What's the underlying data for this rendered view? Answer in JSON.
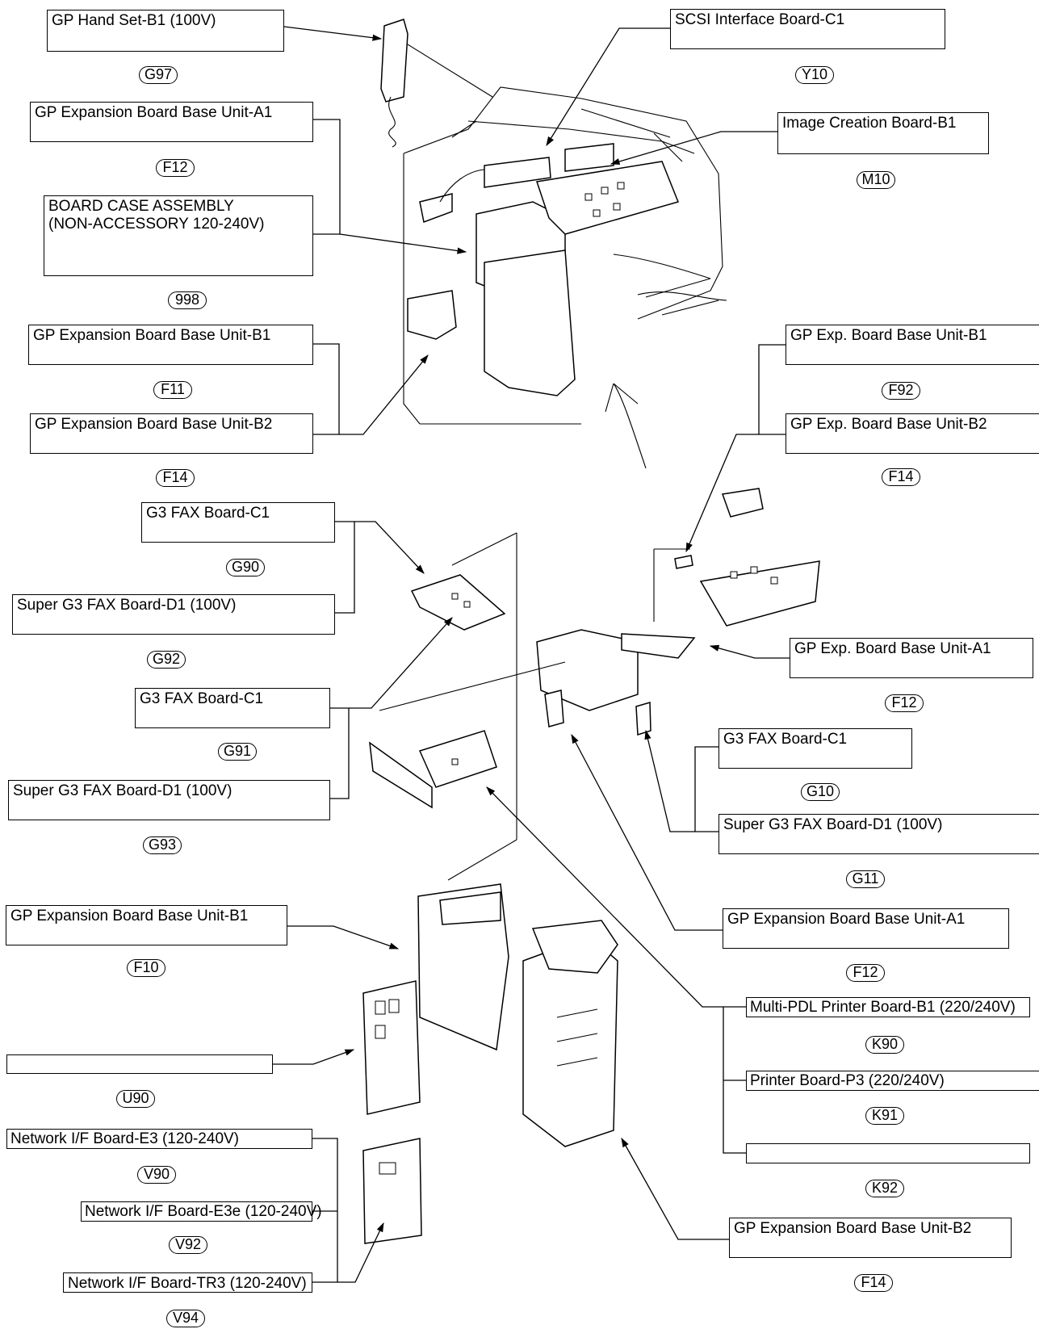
{
  "callouts": [
    {
      "label": "GP Hand Set-B1 (100V)",
      "code": "G97"
    },
    {
      "label": "GP Expansion Board Base Unit-A1",
      "code": "F12"
    },
    {
      "label": "BOARD CASE ASSEMBLY\n(NON-ACCESSORY 120-240V)",
      "code": "998"
    },
    {
      "label": "GP Expansion Board Base Unit-B1",
      "code": "F11"
    },
    {
      "label": "GP Expansion Board Base Unit-B2",
      "code": "F14"
    },
    {
      "label": "SCSI Interface Board-C1",
      "code": "Y10"
    },
    {
      "label": "Image Creation Board-B1",
      "code": "M10"
    },
    {
      "label": "GP Exp. Board Base Unit-B1",
      "code": "F92"
    },
    {
      "label": "GP Exp. Board Base Unit-B2",
      "code": "F14"
    },
    {
      "label": "G3 FAX Board-C1",
      "code": "G90"
    },
    {
      "label": "Super G3 FAX Board-D1 (100V)",
      "code": "G92"
    },
    {
      "label": "G3 FAX Board-C1",
      "code": "G91"
    },
    {
      "label": "Super G3 FAX Board-D1 (100V)",
      "code": "G93"
    },
    {
      "label": "GP Exp. Board Base Unit-A1",
      "code": "F12"
    },
    {
      "label": "G3 FAX Board-C1",
      "code": "G10"
    },
    {
      "label": "Super G3 FAX Board-D1 (100V)",
      "code": "G11"
    },
    {
      "label": "GP Expansion Board Base Unit-A1",
      "code": "F12"
    },
    {
      "label": "GP Expansion Board Base Unit-B1",
      "code": "F10"
    },
    {
      "label": "",
      "code": "U90"
    },
    {
      "label": "Network I/F Board-E3 (120-240V)",
      "code": "V90"
    },
    {
      "label": "Network I/F Board-E3e (120-240V)",
      "code": "V92"
    },
    {
      "label": "Network I/F Board-TR3 (120-240V)",
      "code": "V94"
    },
    {
      "label": "Multi-PDL Printer Board-B1 (220/240V)",
      "code": "K90"
    },
    {
      "label": "Printer Board-P3 (220/240V)",
      "code": "K91"
    },
    {
      "label": "",
      "code": "K92"
    },
    {
      "label": "GP Expansion Board Base Unit-B2",
      "code": "F14"
    }
  ]
}
